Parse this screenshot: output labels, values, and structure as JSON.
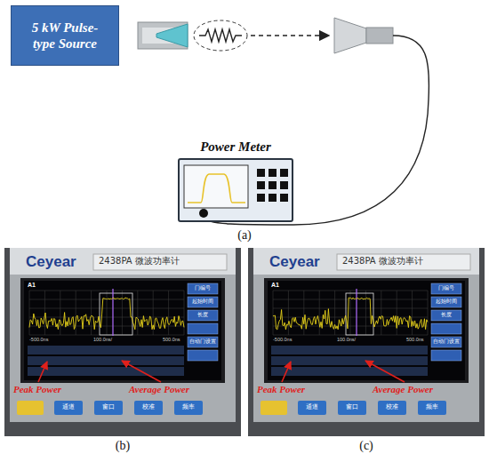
{
  "diagram": {
    "nodes": [
      {
        "text": [
          "5 kW Pulse-type Source"
        ]
      },
      {
        "text": [
          "Power Meter"
        ]
      }
    ],
    "labels": [
      "(a)",
      "Ceyear",
      "2438PA 微波功率计",
      "A1",
      "门编号",
      "起始时间",
      "长度",
      "自动门设置",
      "-500.0ns",
      "100.0ns/",
      "500.0ns",
      "Peak Power",
      "Average Power",
      "通道",
      "窗口",
      "校准",
      "频率",
      "(b)",
      "Ceyear",
      "2438PA 微波功率计",
      "A1",
      "门编号",
      "起始时间",
      "长度",
      "自动门设置",
      "-500.0ns",
      "100.0ns/",
      "500.0ns",
      "Peak Power",
      "Average Power",
      "通道",
      "窗口",
      "校准",
      "频率",
      "(c)"
    ]
  }
}
